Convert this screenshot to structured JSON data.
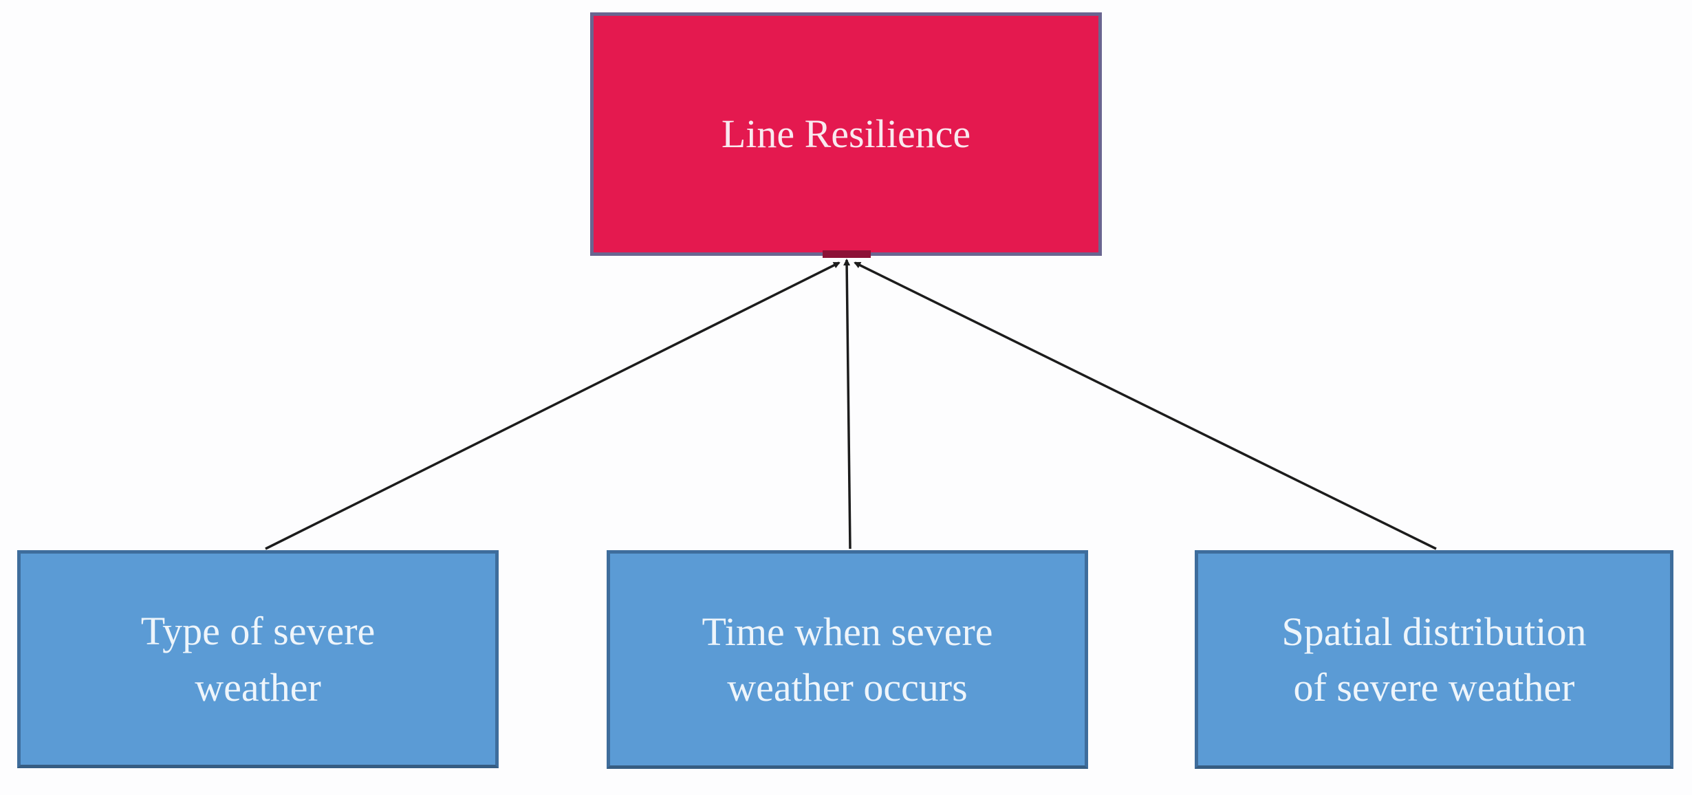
{
  "diagram": {
    "type": "tree",
    "description": "Factors pointing to line resilience",
    "root": {
      "label": "Line Resilience",
      "fill_color": "#e4194f",
      "border_color": "#6a6590",
      "text_color": "#f9e9ef"
    },
    "children": [
      {
        "label": "Type of severe weather",
        "lines": [
          "Type of severe",
          "weather"
        ]
      },
      {
        "label": "Time when severe weather occurs",
        "lines": [
          "Time when severe",
          "weather occurs"
        ]
      },
      {
        "label": "Spatial distribution of severe weather",
        "lines": [
          "Spatial distribution",
          "of severe weather"
        ]
      }
    ],
    "child_fill_color": "#5b9bd5",
    "child_border_color": "#3e6d9c",
    "arrow_color": "#1c1c1c",
    "arrow_direction": "children-to-root"
  }
}
